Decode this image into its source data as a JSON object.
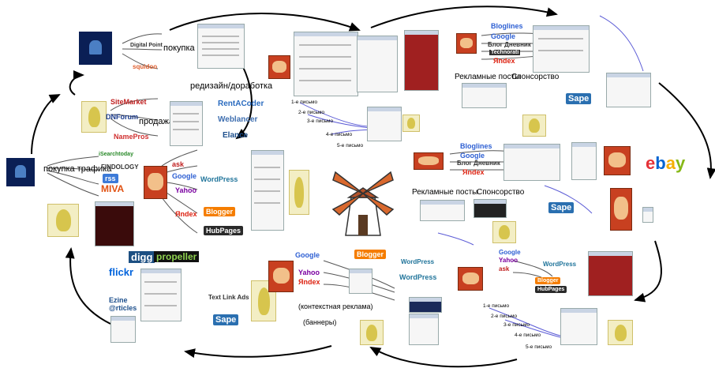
{
  "labels": {
    "purchase": "покупка",
    "redesign": "редизайн/доработка",
    "sales": "продажа",
    "traffic": "покупка трафика",
    "paid_posts_1": "Рекламные посты",
    "method_1": "Спонсорство",
    "paid_posts_2": "Рекламные посты",
    "method_2": "Спонсорство",
    "context_ads": "(контекстная реклама)",
    "banners": "(баннеры)"
  },
  "letters_top": [
    "1-е письмо",
    "2-е письмо",
    "3-е письмо",
    "4-е письмо",
    "5-е письмо"
  ],
  "letters_bottom": [
    "1-е письмо",
    "2-е письмо",
    "3-е письмо",
    "4-е письмо",
    "5-е письмо"
  ],
  "logos": {
    "sitemarket": "SiteMarket",
    "dnforum": "DNForum",
    "namepros": "NamePros",
    "rentacoder": "RentACoder",
    "weblancer": "Weblancer",
    "elance": "Elance",
    "isearch": "iSearchtoday",
    "findology": "FINDOLOGY",
    "miva": "MIVA",
    "digg": "digg",
    "propeller": "propeller",
    "flickr": "flickr",
    "ezine": "Ezine @rticles",
    "tla": "Text Link Ads",
    "sape": "Sape",
    "blogger": "Blogger",
    "wordpress": "WordPress",
    "hubpages": "HubPages",
    "yahoo": "Yahoo",
    "yandex": "Яndex",
    "google": "Google",
    "ask": "ask",
    "ebay": "ebay",
    "bloglines": "Bloglines",
    "liveinternet": "Блог Дневник",
    "technorati": "Technorati",
    "rss": "rss",
    "squidoo": "squidoo",
    "webdigital": "Digital Point"
  },
  "colors": {
    "arrow": "#000000",
    "accent_line": "#5b5bd6",
    "ebay_red": "#e53238",
    "ebay_blue": "#0064d2",
    "ebay_yellow": "#f5af02",
    "ebay_green": "#86b817"
  }
}
